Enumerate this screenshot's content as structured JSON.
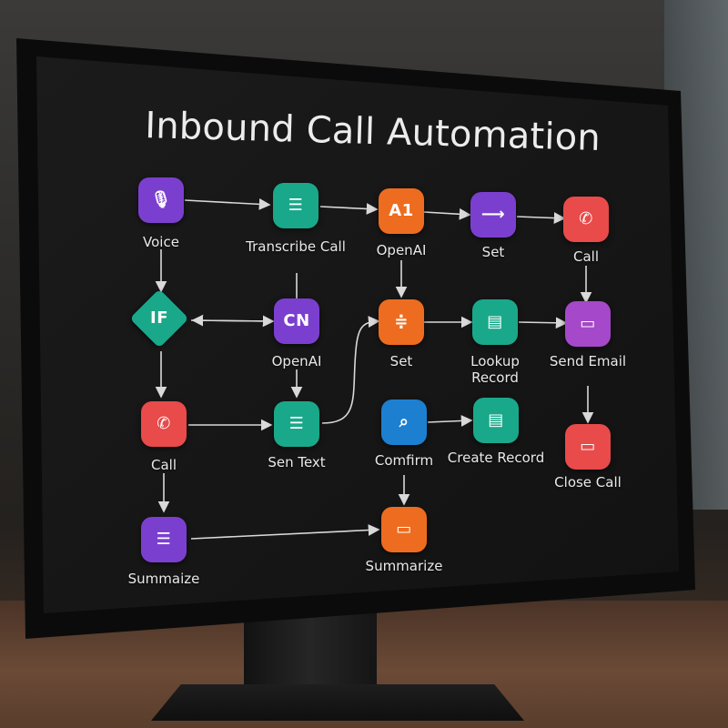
{
  "screen": {
    "title": "Inbound Call Automation"
  },
  "colors": {
    "purple": "#7b3fcf",
    "teal": "#1aa88a",
    "orange": "#ee6c1f",
    "red": "#e94a4a",
    "blue": "#1d7fd0",
    "magenta": "#a548c9"
  },
  "nodes": [
    {
      "id": "voice",
      "label": "Voice",
      "icon": "microphone-icon",
      "glyph": "🎙",
      "color": "purple"
    },
    {
      "id": "transcribe",
      "label": "Transcribe Call",
      "icon": "text-lines-icon",
      "glyph": "☰",
      "color": "teal"
    },
    {
      "id": "openai-1",
      "label": "OpenAI",
      "icon": "ai-icon",
      "glyph": "A1",
      "color": "orange"
    },
    {
      "id": "set-1",
      "label": "Set",
      "icon": "set-icon",
      "glyph": "⟶",
      "color": "purple"
    },
    {
      "id": "call-1",
      "label": "Call",
      "icon": "phone-icon",
      "glyph": "✆",
      "color": "red"
    },
    {
      "id": "if",
      "label": "",
      "icon": "if-condition-icon",
      "glyph": "IF",
      "color": "teal"
    },
    {
      "id": "openai-2",
      "label": "OpenAI",
      "icon": "ai-icon",
      "glyph": "CN",
      "color": "purple"
    },
    {
      "id": "set-2",
      "label": "Set",
      "icon": "equals-icon",
      "glyph": "≑",
      "color": "orange"
    },
    {
      "id": "lookup",
      "label": "Lookup Record",
      "icon": "table-icon",
      "glyph": "▤",
      "color": "teal"
    },
    {
      "id": "send-email",
      "label": "Send Email",
      "icon": "message-icon",
      "glyph": "▭",
      "color": "magenta"
    },
    {
      "id": "call-2",
      "label": "Call",
      "icon": "phone-icon",
      "glyph": "✆",
      "color": "red"
    },
    {
      "id": "sen-text",
      "label": "Sen Text",
      "icon": "text-lines-icon",
      "glyph": "☰",
      "color": "teal"
    },
    {
      "id": "confirm",
      "label": "Comfirm",
      "icon": "search-icon",
      "glyph": "⌕",
      "color": "blue"
    },
    {
      "id": "create-record",
      "label": "Create Record",
      "icon": "table-icon",
      "glyph": "▤",
      "color": "teal"
    },
    {
      "id": "close-call",
      "label": "Close Call",
      "icon": "chat-bubble-icon",
      "glyph": "▭",
      "color": "red"
    },
    {
      "id": "summaize",
      "label": "Summaize",
      "icon": "text-lines-icon",
      "glyph": "☰",
      "color": "purple"
    },
    {
      "id": "summarize",
      "label": "Summarize",
      "icon": "message-icon",
      "glyph": "▭",
      "color": "orange"
    }
  ]
}
